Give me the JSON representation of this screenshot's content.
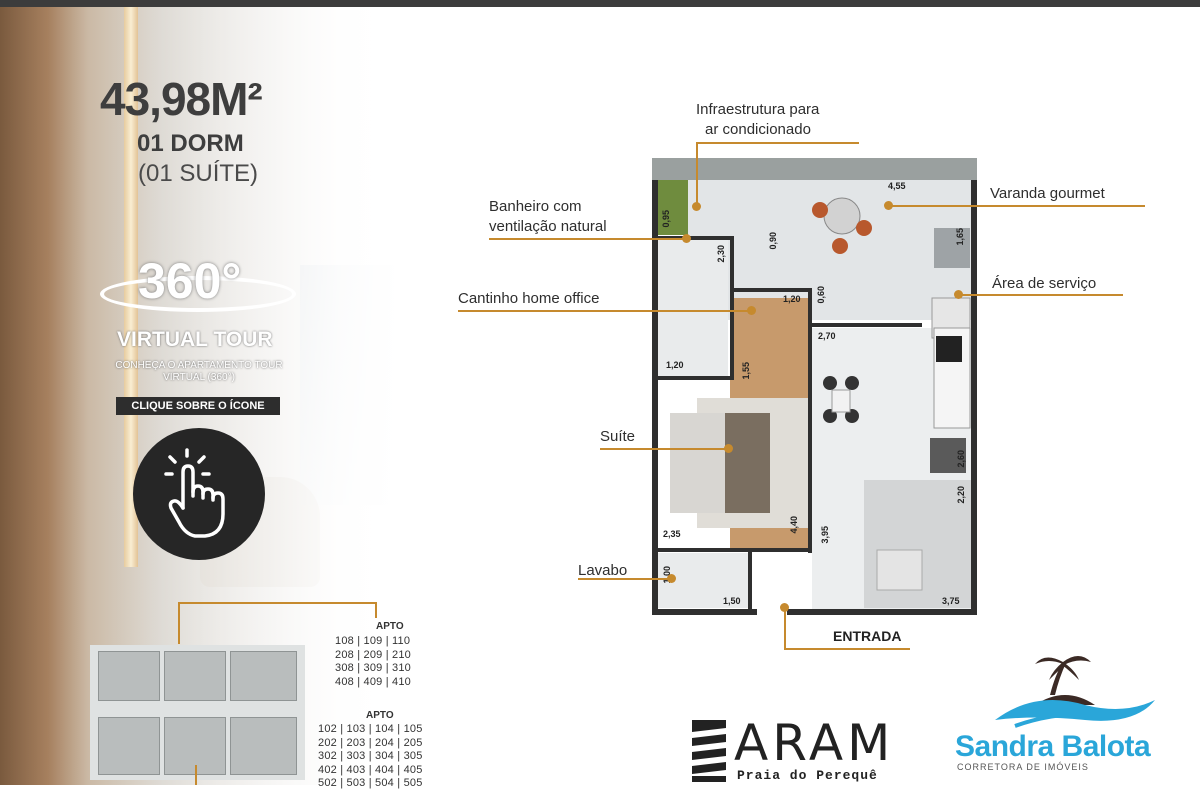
{
  "header": {
    "area": "43,98M²",
    "dorm": "01 DORM",
    "suite": "(01 SUÍTE)"
  },
  "tour": {
    "number": "360°",
    "label": "VIRTUAL TOUR",
    "description": "CONHEÇA O APARTAMENTO TOUR VIRTUAL (360°)",
    "cta": "CLIQUE SOBRE O ÍCONE"
  },
  "units": {
    "title": "APTO",
    "group1": [
      "108 | 109 | 110",
      "208 | 209 | 210",
      "308 | 309 | 310",
      "408 | 409 | 410"
    ],
    "group2": [
      "102 | 103 | 104 | 105",
      "202 | 203 | 204 | 205",
      "302 | 303 | 304 | 305",
      "402 | 403 | 404 | 405",
      "502 | 503 | 504 | 505"
    ]
  },
  "callouts": {
    "infra": [
      "Infraestrutura para",
      "ar condicionado"
    ],
    "banheiro": [
      "Banheiro com",
      "ventilação natural"
    ],
    "home_office": "Cantinho home office",
    "suite": "Suíte",
    "lavabo": "Lavabo",
    "varanda": "Varanda gourmet",
    "servico": "Área de serviço",
    "entrada": "ENTRADA"
  },
  "dimensions": [
    "4,55",
    "0,95",
    "2,30",
    "0,90",
    "1,65",
    "1,20",
    "0,60",
    "2,70",
    "1,20",
    "1,55",
    "2,60",
    "2,20",
    "2,35",
    "4,40",
    "3,95",
    "1,00",
    "1,50",
    "3,75"
  ],
  "brand": {
    "aram": "ARAM",
    "aram_sub": "Praia do Perequê",
    "agent": "Sandra Balota",
    "agent_sub": "CORRETORA DE IMÓVEIS"
  },
  "colors": {
    "accent": "#c68a2e",
    "brand_blue": "#2aa6d9"
  }
}
